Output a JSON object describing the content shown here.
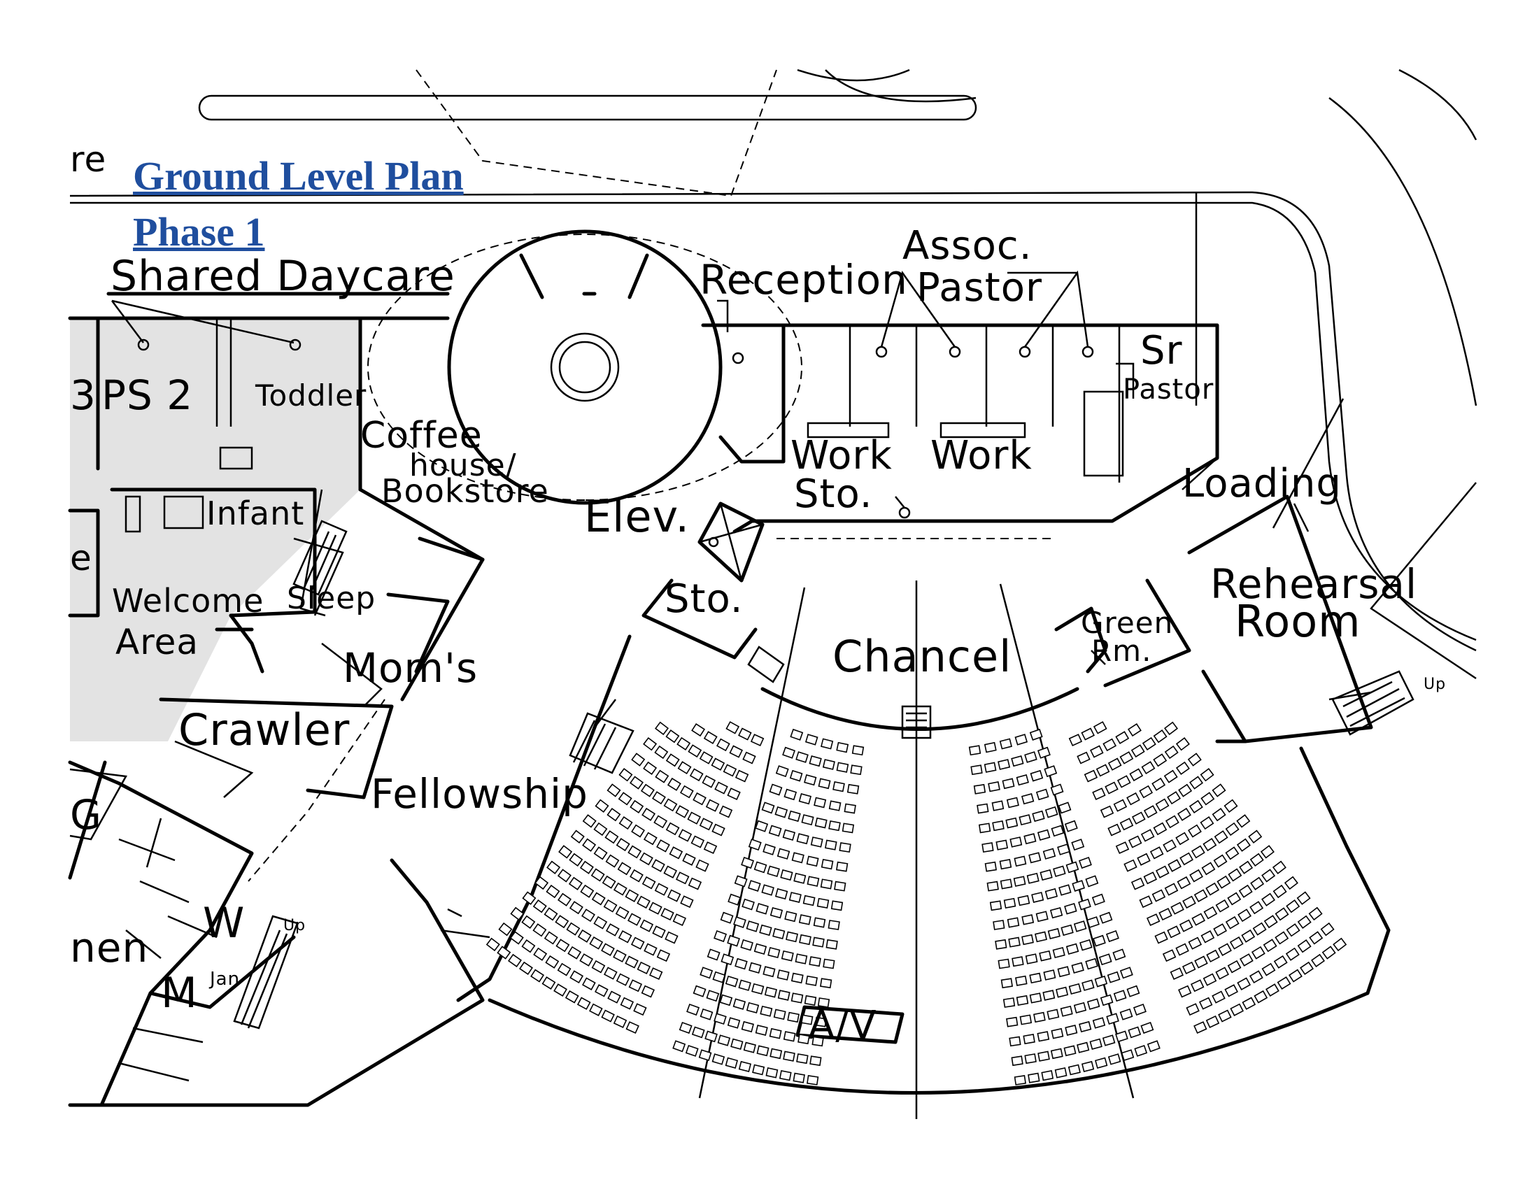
{
  "title": {
    "line1": "Ground Level Plan",
    "line2": "Phase 1"
  },
  "colors": {
    "title": "#1f4e9e",
    "daycare_shade": "#e3e3e3",
    "ink": "#000000"
  },
  "labels": {
    "shared_daycare": "Shared Daycare",
    "ps2": "PS 2",
    "toddler": "Toddler",
    "infant": "Infant",
    "welcome": "Welcome",
    "area": "Area",
    "sleep": "Sleep",
    "moms": "Mom's",
    "crawler": "Crawler",
    "coffee": "Coffee",
    "house": "house/",
    "bookstore": "Bookstore",
    "elev": "Elev.",
    "reception": "Reception",
    "assoc": "Assoc.",
    "pastor": "Pastor",
    "sr": "Sr",
    "sr_pastor": "Pastor",
    "work1": "Work",
    "work2": "Work",
    "sto_office": "Sto.",
    "loading": "Loading",
    "sto_stage": "Sto.",
    "chancel": "Chancel",
    "green": "Green",
    "rm": "Rm.",
    "rehearsal": "Rehearsal",
    "room": "Room",
    "fellowship": "Fellowship",
    "av": "A/V",
    "w": "W",
    "m": "M",
    "jan": "Jan",
    "up1": "Up",
    "up2": "Up",
    "edge_re": "re",
    "edge_3": "3",
    "edge_e": "e",
    "edge_g": "G",
    "edge_men": "nen"
  },
  "icons": [
    "elevator-icon",
    "stair-icon",
    "seat-icon",
    "restroom-fixture-icon"
  ]
}
